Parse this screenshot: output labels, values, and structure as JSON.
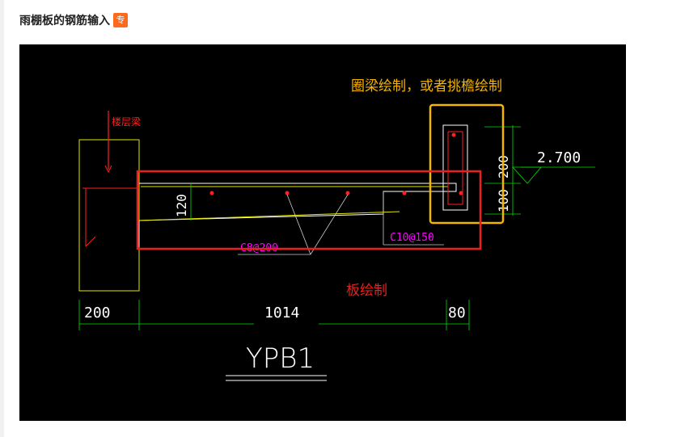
{
  "page": {
    "title": "雨棚板的钢筋输入",
    "badge": "专"
  },
  "drawing": {
    "annotation_ring_beam": "圈梁绘制，或者挑檐绘制",
    "annotation_slab": "板绘制",
    "label_floor_beam": "楼层梁",
    "dim_200_vertical": "200",
    "dim_100_vertical": "100",
    "dim_120": "120",
    "elevation": "2.700",
    "rebar_c8": "C8@200",
    "rebar_c10": "C10@150",
    "dim_200_bottom": "200",
    "dim_1014": "1014",
    "dim_80": "80",
    "drawing_name": "YPB1"
  },
  "colors": {
    "badge": "#ff6a1a",
    "annotation_yellow": "#f5b400",
    "annotation_red": "#e8201e",
    "cad_green": "#00e000",
    "cad_magenta": "#ff00ff"
  }
}
